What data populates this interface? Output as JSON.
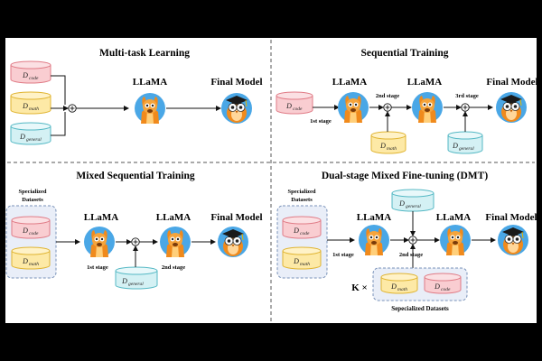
{
  "colors": {
    "code": "#f9cdd1",
    "code_stroke": "#e07b86",
    "math": "#fde9a6",
    "math_stroke": "#e0b431",
    "general": "#d4f1f4",
    "general_stroke": "#54b8c4",
    "group_fill": "#e9eef8",
    "group_stroke": "#7891b8",
    "divider": "#555555"
  },
  "icons": [
    "llama-icon",
    "graduate-owl-icon",
    "add-circle-icon"
  ],
  "datasets": {
    "code": {
      "symbol": "D",
      "sub": "code"
    },
    "math": {
      "symbol": "D",
      "sub": "math"
    },
    "general": {
      "symbol": "D",
      "sub": "general"
    }
  },
  "labels": {
    "llama": "LLaMA",
    "final_model": "Final Model",
    "stage1": "1st stage",
    "stage2": "2nd stage",
    "stage3": "3rd stage",
    "specialized_datasets": [
      "Specialized",
      "Datasets"
    ],
    "specialized_datasets_dmt": [
      "Specialized",
      "Datasets"
    ],
    "k_times": "K ×",
    "sepecialized_datasets": "Sepecialized  Datasets"
  },
  "panels": {
    "multitask": {
      "title": "Multi-task Learning"
    },
    "sequential": {
      "title": "Sequential Training"
    },
    "mixed_sequential": {
      "title": "Mixed Sequential Training"
    },
    "dmt": {
      "title": "Dual-stage Mixed Fine-tuning (DMT)"
    }
  }
}
